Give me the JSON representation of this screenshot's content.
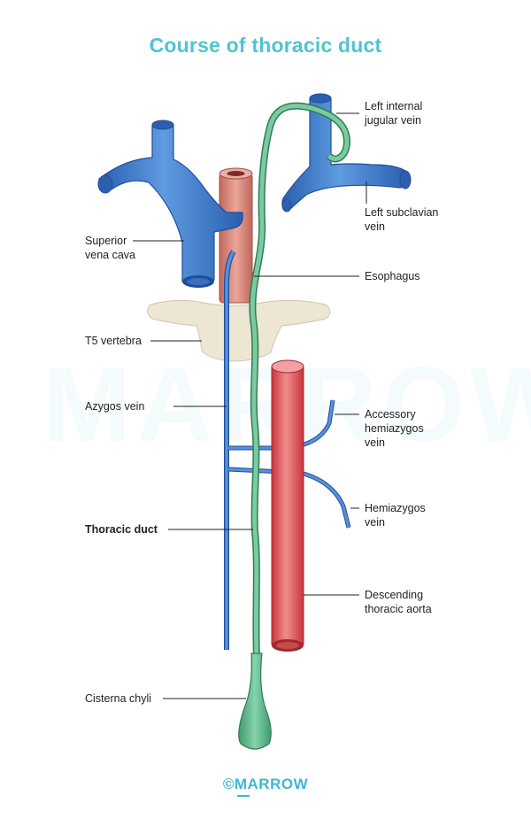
{
  "title": "Course of thoracic duct",
  "watermark": "MARROW",
  "logo": "©MARROW",
  "labels": {
    "left_ijv": "Left internal\njugular vein",
    "left_subclavian": "Left subclavian\nvein",
    "svc": "Superior\nvena cava",
    "esophagus": "Esophagus",
    "t5": "T5 vertebra",
    "azygos": "Azygos vein",
    "accessory_hemiazygos": "Accessory\nhemiazygos\nvein",
    "hemiazygos": "Hemiazygos\nvein",
    "thoracic_duct": "Thoracic duct",
    "descending_aorta": "Descending\nthoracic aorta",
    "cisterna_chyli": "Cisterna chyli"
  },
  "colors": {
    "title": "#4fc3d6",
    "vein": "#3f7fd0",
    "vein_dark": "#1f4e9a",
    "duct": "#5cb98a",
    "duct_dark": "#2f7d55",
    "artery": "#e05a5e",
    "esophagus": "#d98a7c",
    "vertebra": "#ece6d2"
  }
}
